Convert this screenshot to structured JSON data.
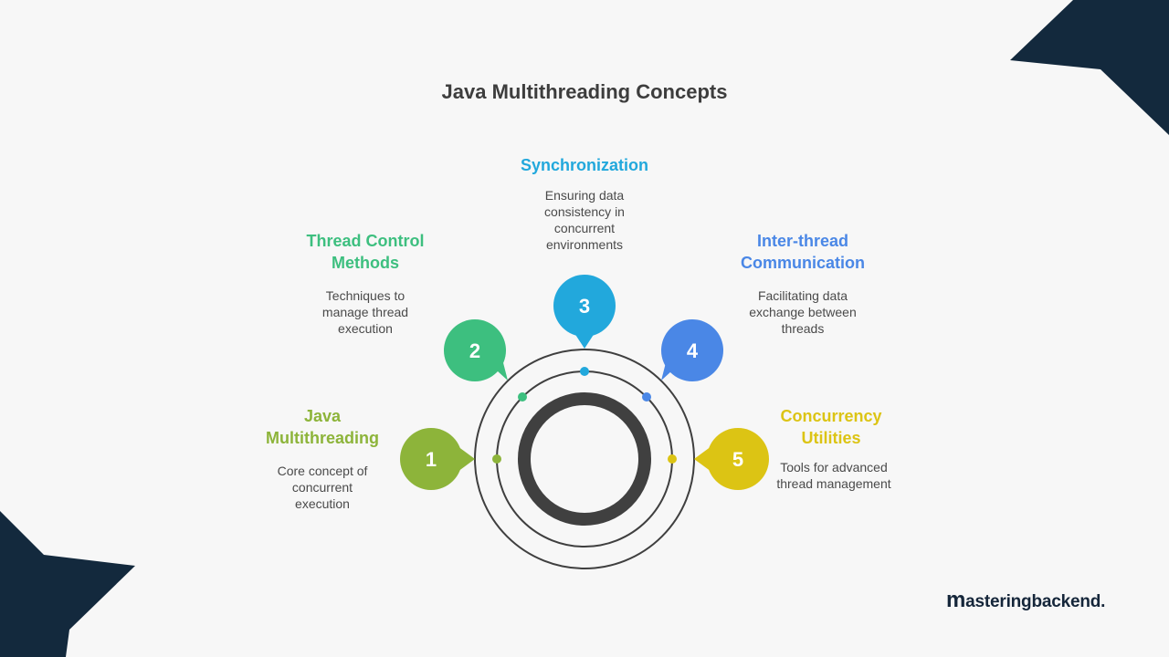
{
  "title": "Java Multithreading Concepts",
  "colors": {
    "navy": "#13293d",
    "ring": "#3f3f3f",
    "n1": "#8db43a",
    "n2": "#3dbf7f",
    "n3": "#22a8dc",
    "n4": "#4a87e6",
    "n5": "#dcc414"
  },
  "nodes": [
    {
      "number": "1",
      "title_line1": "Java",
      "title_line2": "Multithreading",
      "desc_line1": "Core concept of",
      "desc_line2": "concurrent",
      "desc_line3": "execution"
    },
    {
      "number": "2",
      "title_line1": "Thread Control",
      "title_line2": "Methods",
      "desc_line1": "Techniques to",
      "desc_line2": "manage thread",
      "desc_line3": "execution"
    },
    {
      "number": "3",
      "title_line1": "Synchronization",
      "desc_line1": "Ensuring data",
      "desc_line2": "consistency in",
      "desc_line3": "concurrent",
      "desc_line4": "environments"
    },
    {
      "number": "4",
      "title_line1": "Inter-thread",
      "title_line2": "Communication",
      "desc_line1": "Facilitating data",
      "desc_line2": "exchange between",
      "desc_line3": "threads"
    },
    {
      "number": "5",
      "title_line1": "Concurrency",
      "title_line2": "Utilities",
      "desc_line1": "Tools for advanced",
      "desc_line2": "thread management"
    }
  ],
  "brand": {
    "mark": "m",
    "text": "asteringbackend."
  }
}
